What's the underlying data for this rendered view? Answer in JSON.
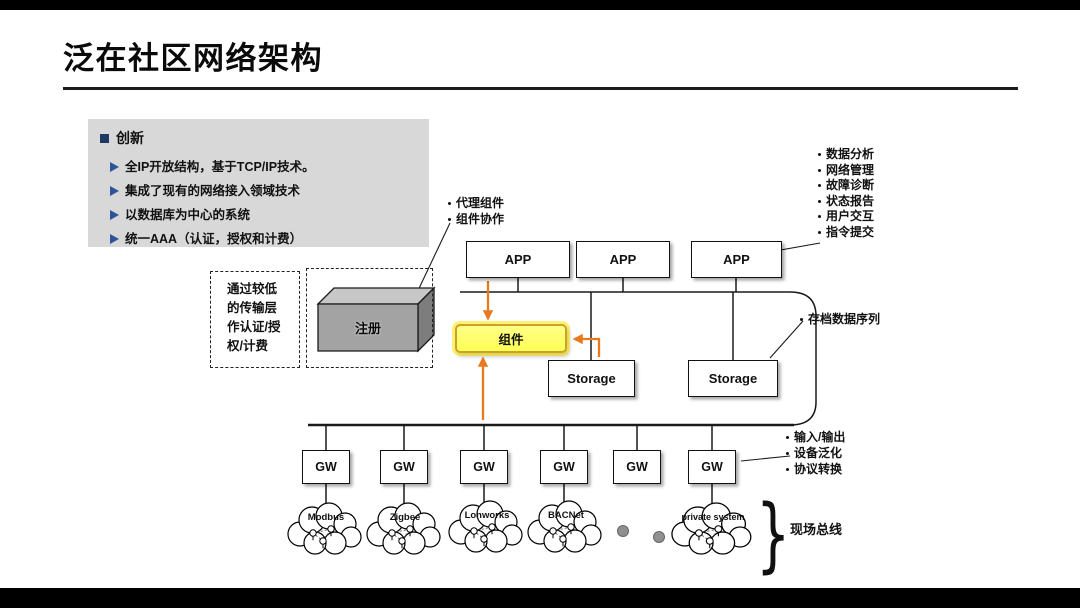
{
  "slide": {
    "title": "泛在社区网络架构"
  },
  "info_box": {
    "heading": "创新",
    "items": [
      "全IP开放结构，基于TCP/IP技术。",
      "集成了现有的网络接入领域技术",
      "以数据库为中心的系统",
      "统一AAA（认证，授权和计费）"
    ]
  },
  "diagram": {
    "agent_notes": [
      "代理组件",
      "组件协作"
    ],
    "app_functions": [
      "数据分析",
      "网络管理",
      "故障诊断",
      "状态报告",
      "用户交互",
      "指令提交"
    ],
    "apps": [
      "APP",
      "APP",
      "APP"
    ],
    "register_label": "注册",
    "auth_note": "通过较低的传输层作认证/授权/计费",
    "component_label": "组件",
    "storages": [
      "Storage",
      "Storage"
    ],
    "archive_note": "存档数据序列",
    "gateways": [
      "GW",
      "GW",
      "GW",
      "GW",
      "GW",
      "GW"
    ],
    "gw_functions": [
      "输入/输出",
      "设备泛化",
      "协议转换"
    ],
    "clouds": [
      "Modbus",
      "Zigbee",
      "Lonworks",
      "BACNet",
      "private system"
    ],
    "fieldbus_label": "现场总线",
    "brace_glyph": "}",
    "colors": {
      "orange": "#E8791D",
      "component_yellow": "#FFFF55",
      "arrow_blue": "#2E5597",
      "panel_gray": "#D8D8D8"
    }
  }
}
